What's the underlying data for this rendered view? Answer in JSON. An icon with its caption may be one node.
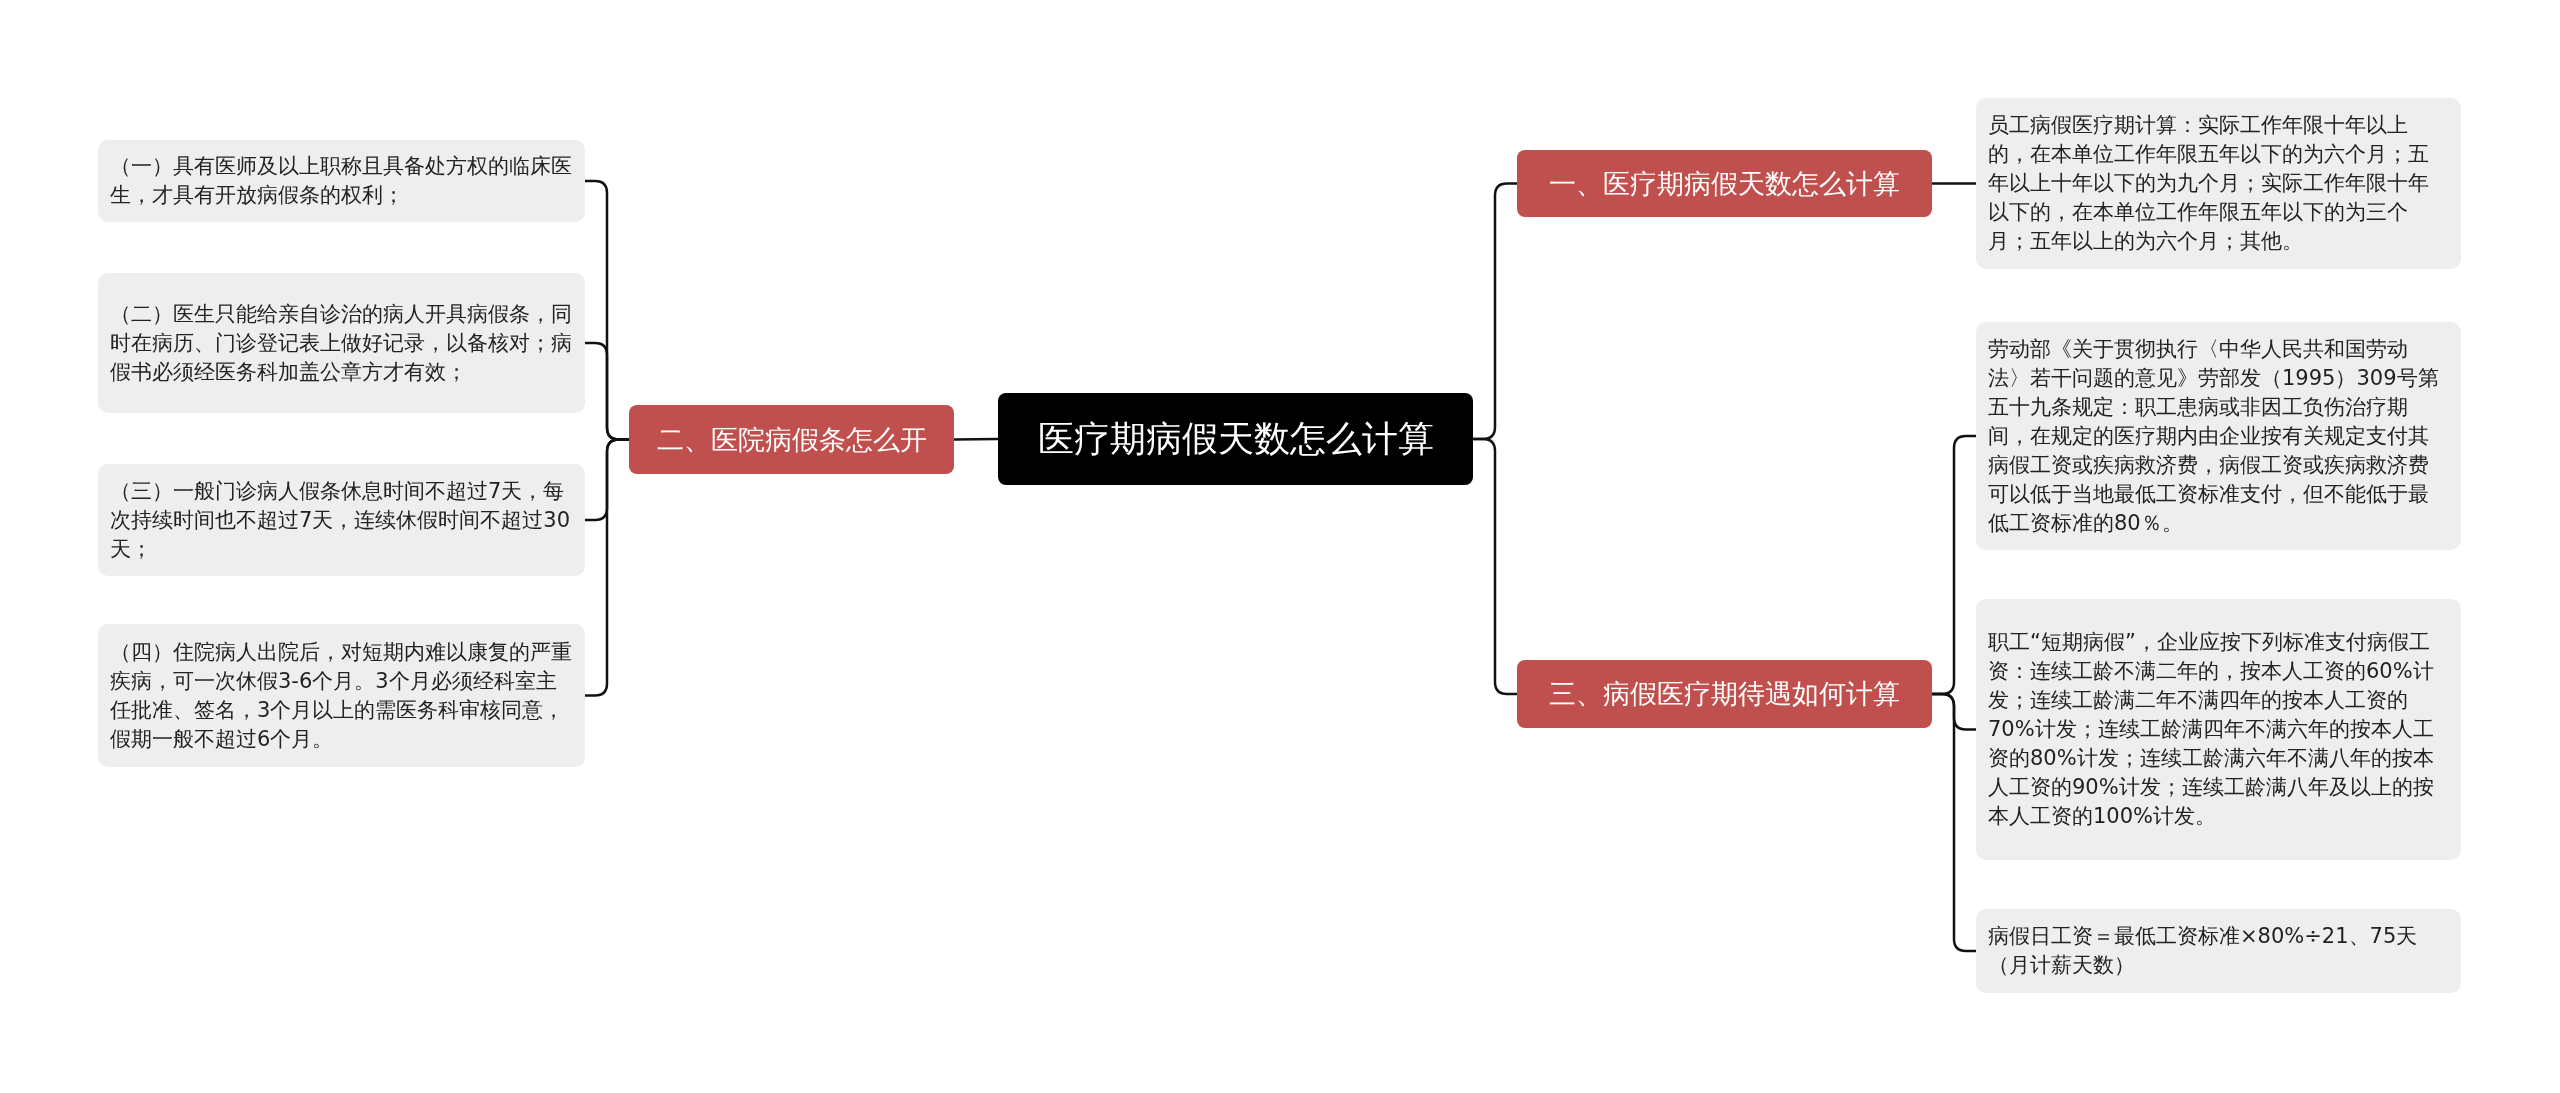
{
  "diagram": {
    "nodes": [
      {
        "text": [
          "医疗期病假天数怎么计算"
        ]
      },
      {
        "text": [
          "二、医院病假条怎么开"
        ]
      },
      {
        "text": [
          "（一）具有医师及以上职称且具备处方权的临床医生，才具有开放病假条的权利；"
        ]
      },
      {
        "text": [
          "（二）医生只能给亲自诊治的病人开具病假条，同时在病历、门诊登记表上做好记录，以备核对；病假书必须经医务科加盖公章方才有效；"
        ]
      },
      {
        "text": [
          "（三）一般门诊病人假条休息时间不超过7天，每次持续时间也不超过7天，连续休假时间不超过30天；"
        ]
      },
      {
        "text": [
          "（四）住院病人出院后，对短期内难以康复的严重疾病，可一次休假3-6个月。3个月必须经科室主任批准、签名，3个月以上的需医务科审核同意，假期一般不超过6个月。"
        ]
      },
      {
        "text": [
          "一、医疗期病假天数怎么计算"
        ]
      },
      {
        "text": [
          "员工病假医疗期计算：实际工作年限十年以上的，在本单位工作年限五年以下的为六个月；五年以上十年以下的为九个月；实际工作年限十年以下的，在本单位工作年限五年以下的为三个月；五年以上的为六个月；其他。"
        ]
      },
      {
        "text": [
          "三、病假医疗期待遇如何计算"
        ]
      },
      {
        "text": [
          "劳动部《关于贯彻执行〈中华人民共和国劳动法〉若干问题的意见》劳部发（1995）309号第五十九条规定：职工患病或非因工负伤治疗期间，在规定的医疗期内由企业按有关规定支付其病假工资或疾病救济费，病假工资或疾病救济费可以低于当地最低工资标准支付，但不能低于最低工资标准的80％。"
        ]
      },
      {
        "text": [
          "职工“短期病假”，企业应按下列标准支付病假工资：连续工龄不满二年的，按本人工资的60%计发；连续工龄满二年不满四年的按本人工资的70%计发；连续工龄满四年不满六年的按本人工资的80%计发；连续工龄满六年不满八年的按本人工资的90%计发；连续工龄满八年及以上的按本人工资的100%计发。"
        ]
      },
      {
        "text": [
          "病假日工资＝最低工资标准×80%÷21、75天（月计薪天数）"
        ]
      }
    ],
    "edges": [
      {
        "from": 0,
        "to": 1,
        "arrow": "none"
      },
      {
        "from": 1,
        "to": 2,
        "arrow": "none"
      },
      {
        "from": 1,
        "to": 3,
        "arrow": "none"
      },
      {
        "from": 1,
        "to": 4,
        "arrow": "none"
      },
      {
        "from": 1,
        "to": 5,
        "arrow": "none"
      },
      {
        "from": 0,
        "to": 6,
        "arrow": "none"
      },
      {
        "from": 6,
        "to": 7,
        "arrow": "none"
      },
      {
        "from": 0,
        "to": 8,
        "arrow": "none"
      },
      {
        "from": 8,
        "to": 9,
        "arrow": "none"
      },
      {
        "from": 8,
        "to": 10,
        "arrow": "none"
      },
      {
        "from": 8,
        "to": 11,
        "arrow": "none"
      }
    ]
  }
}
